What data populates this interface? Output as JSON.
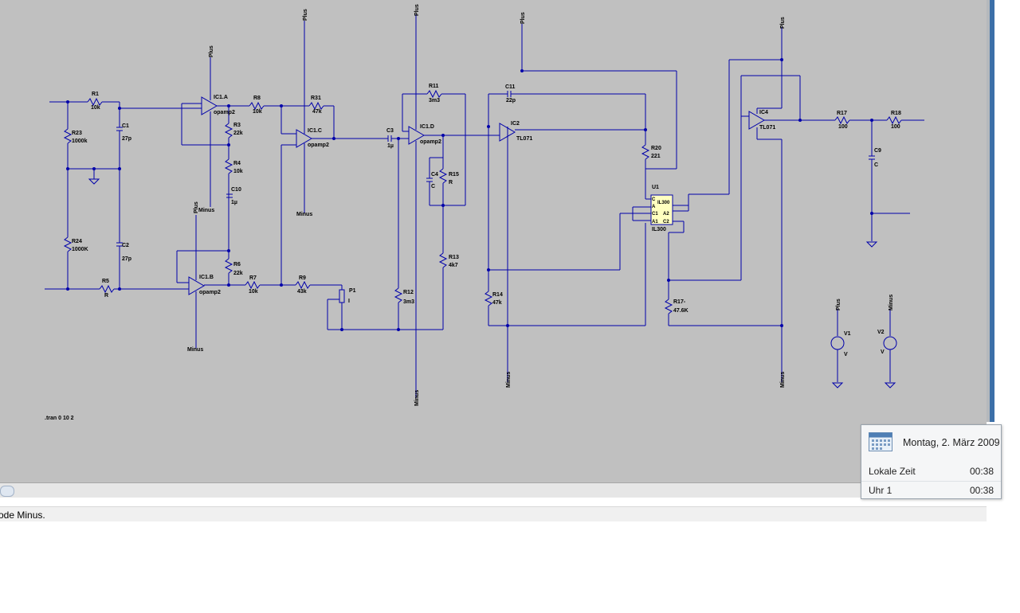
{
  "schematic": {
    "nets": {
      "plus": "Plus",
      "minus": "Minus"
    },
    "components": {
      "R1": "R1",
      "R1_val": "10k",
      "C1": "C1",
      "C1_val": "27p",
      "R23": "R23",
      "R23_val": "1000k",
      "R24": "R24",
      "R24_val": "1000K",
      "C2": "C2",
      "C2_val": "27p",
      "R5": "R5",
      "R5_val": "R",
      "IC1A": "IC1.A",
      "IC1A_val": "opamp2",
      "IC1B": "IC1.B",
      "IC1B_val": "opamp2",
      "IC1C": "IC1.C",
      "IC1C_val": "opamp2",
      "IC1D": "IC1.D",
      "IC1D_val": "opamp2",
      "R8": "R8",
      "R8_val": "10k",
      "R3": "R3",
      "R3_val": "22k",
      "R4": "R4",
      "R4_val": "10k",
      "C10": "C10",
      "C10_val": "1µ",
      "R6": "R6",
      "R6_val": "22k",
      "R7": "R7",
      "R7_val": "10k",
      "R31": "R31",
      "R31_val": "47k",
      "R9": "R9",
      "R9_val": "43k",
      "P1": "P1",
      "P1_val": "I",
      "C3": "C3",
      "C3_val": "1µ",
      "R11": "R11",
      "R11_val": "3m3",
      "C4": "C4",
      "C4_val": "C",
      "R15": "R15",
      "R15_val": "R",
      "R13": "R13",
      "R13_val": "4k7",
      "R12": "R12",
      "R12_val": "3m3",
      "C11": "C11",
      "C11_val": "22p",
      "IC2": "IC2",
      "IC2_val": "TL071",
      "R14": "R14",
      "R14_val": "47k",
      "R20": "R20",
      "R20_val": "221",
      "U1": "U1",
      "U1_val": "IL300",
      "U1_pin_c": "C",
      "U1_pin_a": "A",
      "U1_pin_c1": "C1",
      "U1_pin_a1": "A1",
      "U1_pin_a2": "A2",
      "U1_pin_c2": "C2",
      "U1_inner": "IL300",
      "R17a": "R17-",
      "R17a_val": "47.6K",
      "IC4": "IC4",
      "IC4_val": "TL071",
      "R17": "R17",
      "R17_val": "100",
      "R18": "R18",
      "R18_val": "100",
      "C9": "C9",
      "C9_val": "C",
      "V1": "V1",
      "V1_val": "V",
      "V2": "V2",
      "V2_val": "V"
    },
    "directive": ".tran 0 10 2"
  },
  "statusbar": {
    "text": "ode Minus."
  },
  "clock": {
    "date": "Montag, 2. März 2009",
    "rows": [
      {
        "label": "Lokale Zeit",
        "time": "00:38"
      },
      {
        "label": "Uhr 1",
        "time": "00:38"
      }
    ]
  },
  "colors": {
    "wire": "#0000aa",
    "canvas": "#c0c0c0",
    "ic_fill": "#ffffc0"
  }
}
